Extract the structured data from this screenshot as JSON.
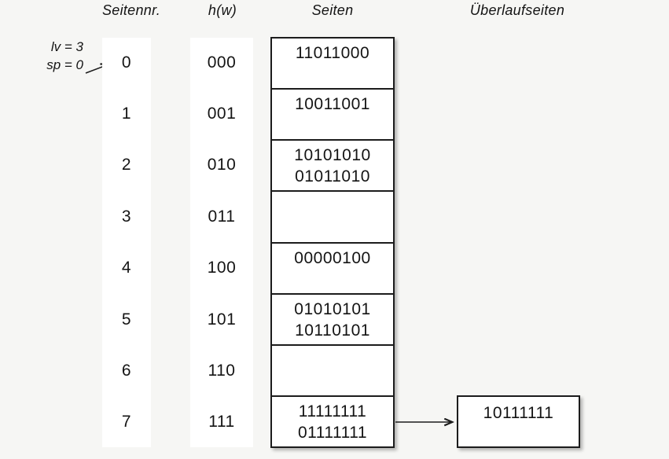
{
  "header": {
    "col1": "Seitennr.",
    "col2": "h(w)",
    "col3": "Seiten",
    "col4": "Überlaufseiten"
  },
  "annotation": {
    "line1": "lv = 3",
    "line2": "sp = 0"
  },
  "rows": [
    {
      "nr": "0",
      "hash": "000",
      "page": [
        "11011000"
      ]
    },
    {
      "nr": "1",
      "hash": "001",
      "page": [
        "10011001"
      ]
    },
    {
      "nr": "2",
      "hash": "010",
      "page": [
        "10101010",
        "01011010"
      ]
    },
    {
      "nr": "3",
      "hash": "011",
      "page": []
    },
    {
      "nr": "4",
      "hash": "100",
      "page": []
    },
    {
      "nr": "5",
      "hash": "101",
      "page": [
        "01010101",
        "10110101"
      ]
    },
    {
      "nr": "6",
      "hash": "110",
      "page": []
    },
    {
      "nr": "7",
      "hash": "111",
      "page": [
        "11111111",
        "01111111"
      ]
    }
  ],
  "rows_fix": {
    "row4_page0": "00000100"
  },
  "overflow": {
    "source_row": "7",
    "values": [
      "10111111"
    ]
  },
  "colors": {
    "background": "#f6f6f4",
    "box_fill": "#ffffff",
    "border": "#1c1c1c",
    "text": "#141414"
  }
}
